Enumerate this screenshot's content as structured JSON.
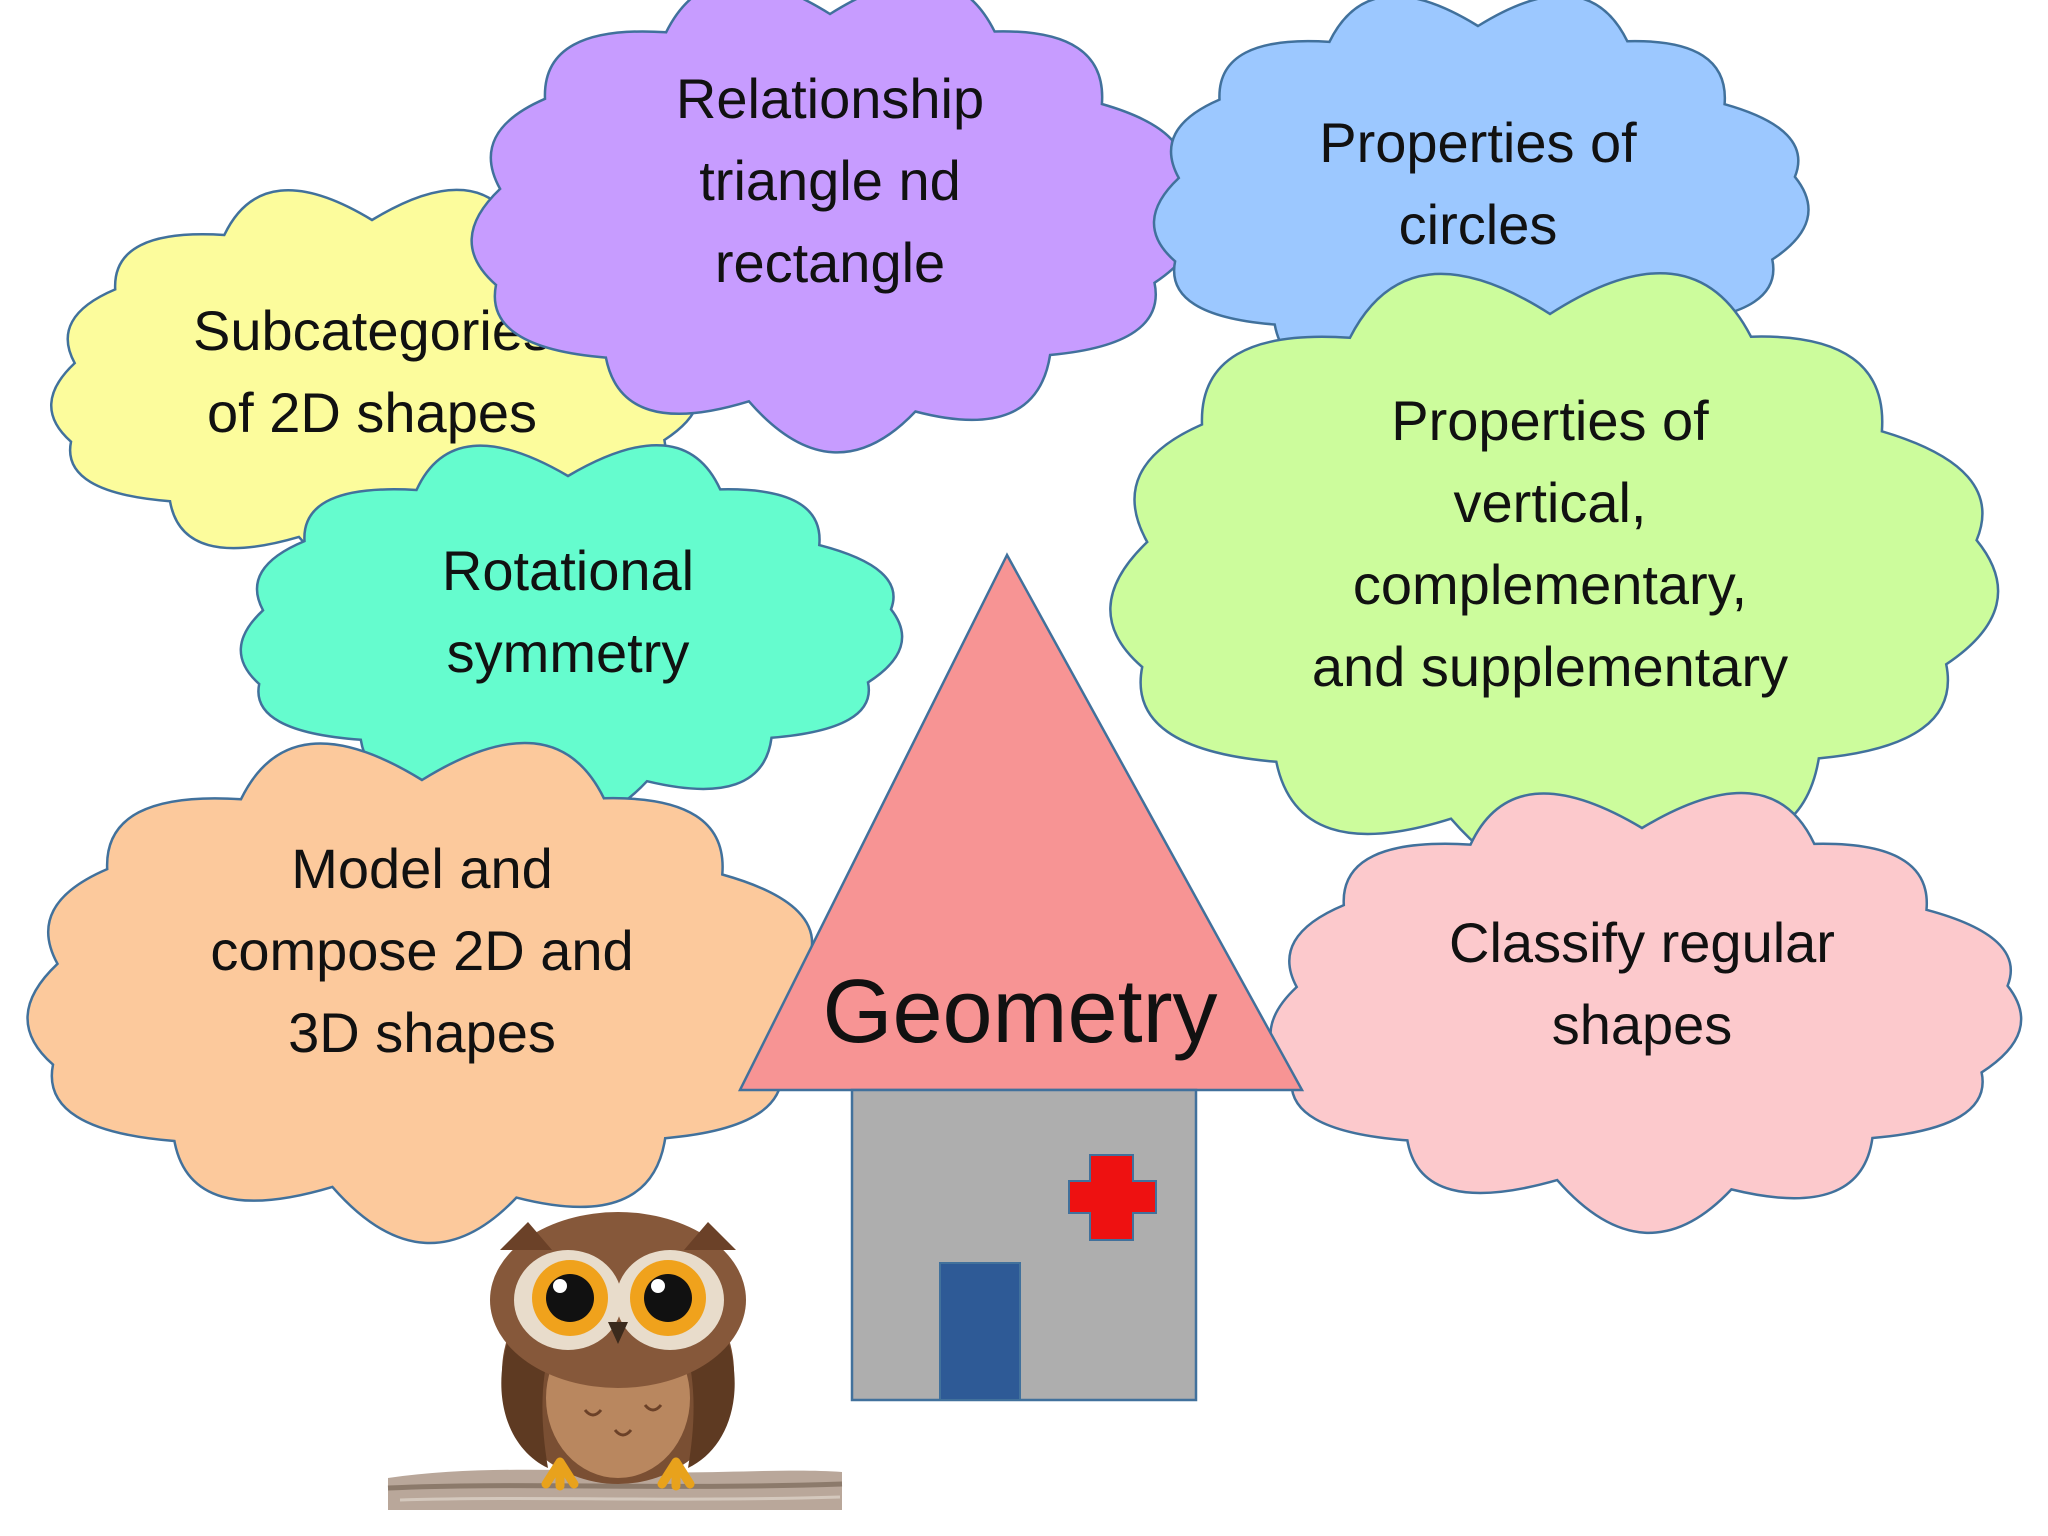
{
  "title": "Geometry",
  "colors": {
    "outline": "#41719c",
    "roof": "#f79494",
    "walls": "#aeaeae",
    "door": "#2e5a96",
    "cross": "#ee1111"
  },
  "clouds": [
    {
      "id": "relationship",
      "lines": [
        "Relationship",
        "triangle nd",
        "rectangle"
      ],
      "color": "#c79cff"
    },
    {
      "id": "circles",
      "lines": [
        "Properties of",
        "circles"
      ],
      "color": "#9cc8ff"
    },
    {
      "id": "subcategories",
      "lines": [
        "Subcategories",
        "of 2D shapes"
      ],
      "color": "#fcfc9c"
    },
    {
      "id": "angles",
      "lines": [
        "Properties of",
        "vertical,",
        "complementary,",
        "and supplementary"
      ],
      "color": "#ccfc9c"
    },
    {
      "id": "rotational",
      "lines": [
        "Rotational",
        "symmetry"
      ],
      "color": "#65fcce"
    },
    {
      "id": "model",
      "lines": [
        "Model and",
        "compose 2D and",
        "3D shapes"
      ],
      "color": "#fcc99c"
    },
    {
      "id": "classify",
      "lines": [
        "Classify regular",
        "shapes"
      ],
      "color": "#fcc9cc"
    }
  ]
}
